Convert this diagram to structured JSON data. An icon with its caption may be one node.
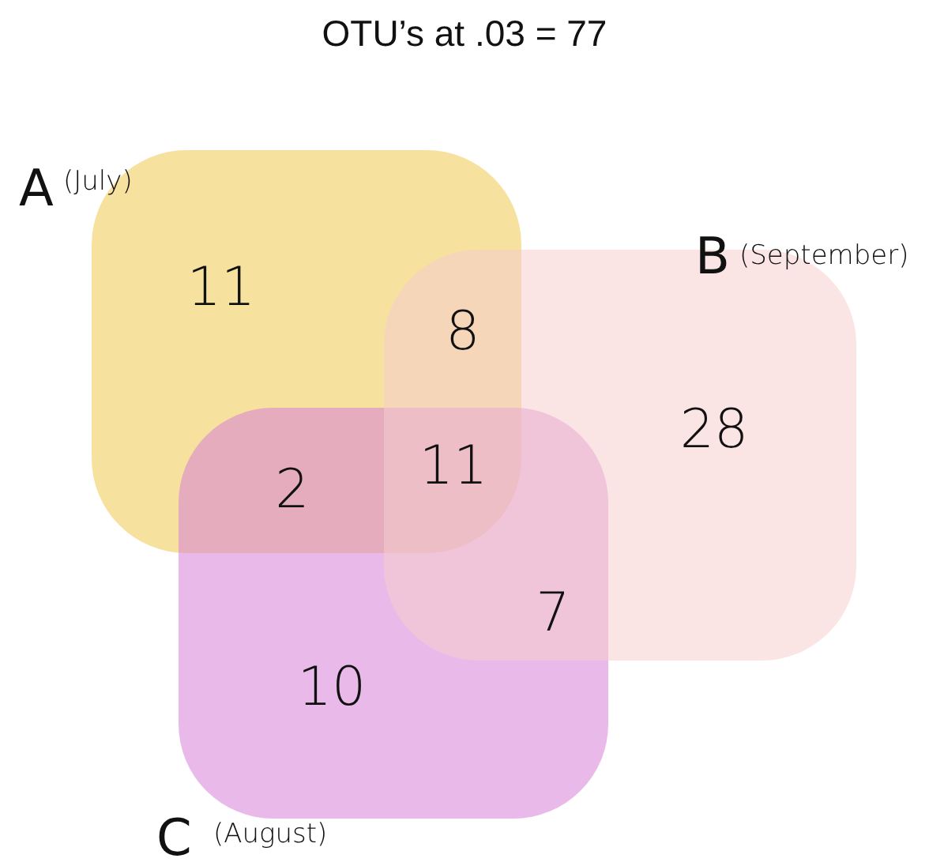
{
  "diagram": {
    "title": "OTU’s at .03 = 77",
    "nodes": [
      {
        "text": [
          "A",
          "(July)"
        ]
      },
      {
        "text": [
          "B",
          "(September)"
        ]
      },
      {
        "text": [
          "C",
          "(August)"
        ]
      }
    ],
    "labels": [
      "11",
      "8",
      "28",
      "2",
      "11",
      "7",
      "10"
    ]
  }
}
